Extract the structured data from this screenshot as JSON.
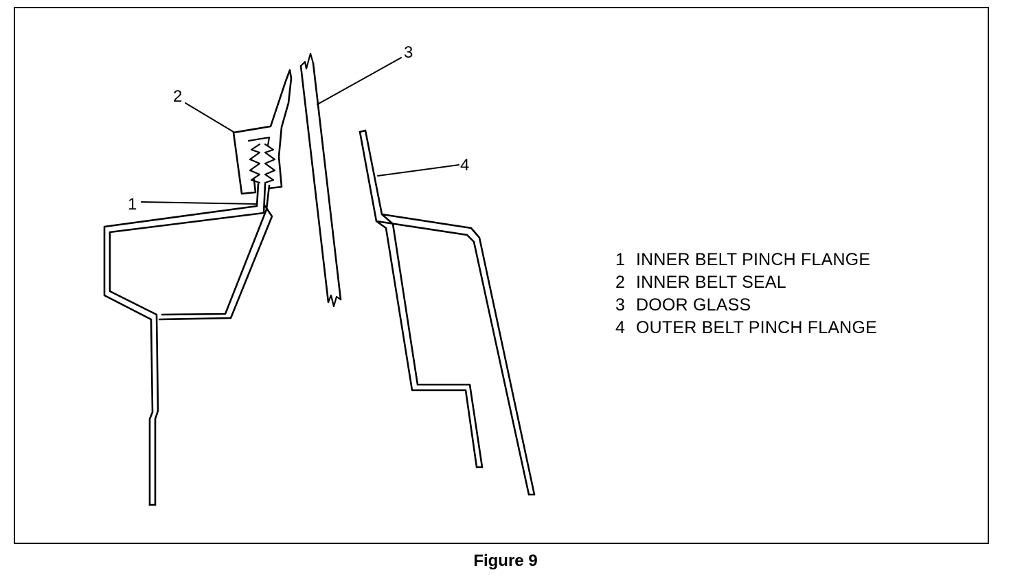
{
  "callouts": [
    {
      "number": "1"
    },
    {
      "number": "2"
    },
    {
      "number": "3"
    },
    {
      "number": "4"
    }
  ],
  "legend": [
    {
      "number": "1",
      "label": "INNER BELT PINCH FLANGE"
    },
    {
      "number": "2",
      "label": "INNER BELT SEAL"
    },
    {
      "number": "3",
      "label": "DOOR GLASS"
    },
    {
      "number": "4",
      "label": "OUTER BELT PINCH FLANGE"
    }
  ],
  "caption": "Figure 9",
  "colors": {
    "ink": "#000000",
    "paper": "#ffffff"
  }
}
